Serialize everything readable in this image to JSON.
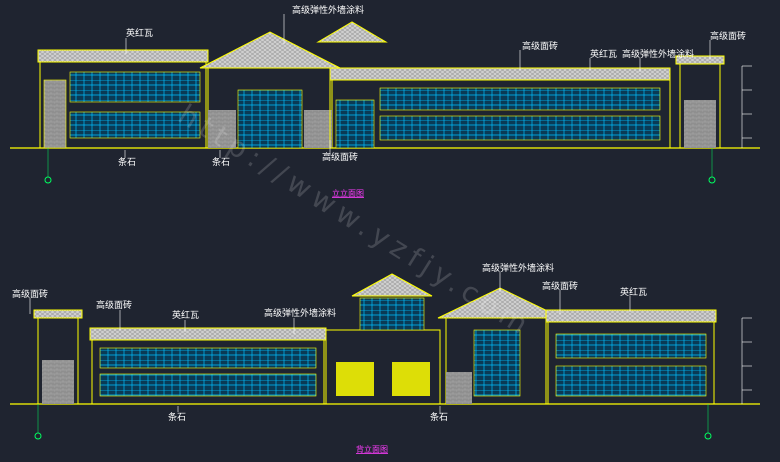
{
  "drawing": {
    "top_title": "立立面图",
    "bottom_title": "背立面图"
  },
  "labels_top": {
    "a": "高级弹性外墙涂料",
    "b": "英红瓦",
    "c": "高级面砖",
    "d": "英红瓦",
    "e": "高级弹性外墙涂料",
    "f": "高级面砖",
    "g": "条石",
    "h": "条石",
    "i": "高级面砖"
  },
  "labels_bottom": {
    "a": "高级弹性外墙涂料",
    "b": "高级面砖",
    "c": "高级面砖",
    "d": "英红瓦",
    "e": "高级弹性外墙涂料",
    "f": "英红瓦",
    "g": "高级面砖",
    "h": "条石",
    "i": "条石"
  },
  "watermark": {
    "url": "http://www.yzfjy.com"
  },
  "colors": {
    "background": "#1f2430",
    "outline": "#ffff00",
    "glazing": "#00bfff",
    "roof": "#d8d8d8",
    "stone": "#9a9a9a",
    "title": "#ff3cff"
  }
}
